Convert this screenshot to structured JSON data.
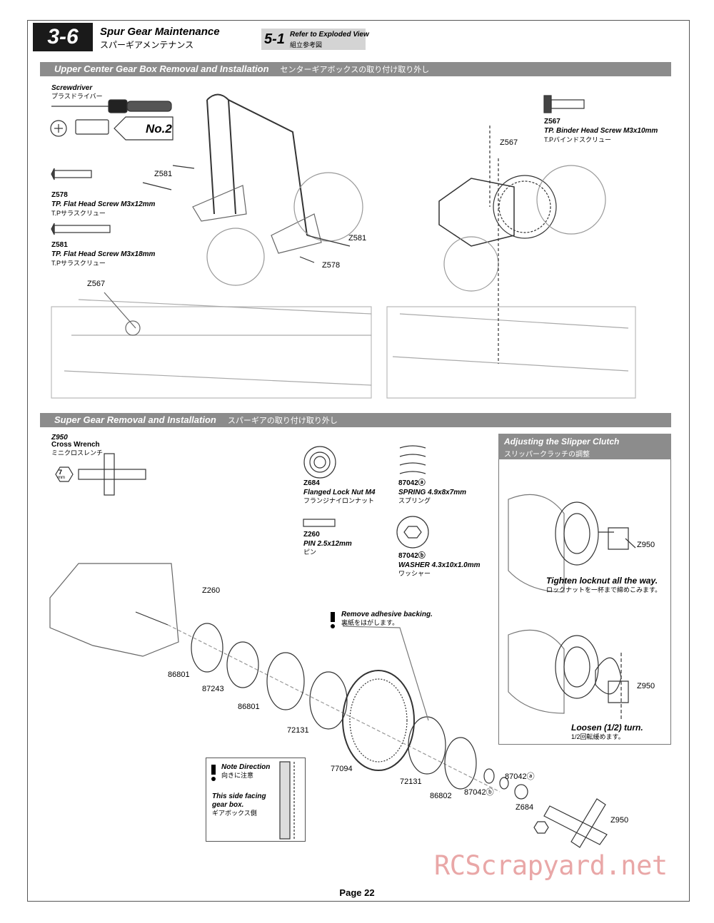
{
  "header": {
    "step": "3-6",
    "title_en": "Spur Gear Maintenance",
    "title_jp": "スパーギアメンテナンス",
    "ref_num": "5-1",
    "ref_en": "Refer to Exploded View",
    "ref_jp": "組立参考図"
  },
  "section1": {
    "title_en": "Upper Center Gear Box Removal and Installation",
    "title_jp": "センターギアボックスの取り付け取り外し",
    "tool": {
      "name_en": "Screwdriver",
      "name_jp": "プラスドライバー",
      "size": "No.2"
    },
    "parts": [
      {
        "code": "Z578",
        "name_en": "TP. Flat Head Screw M3x12mm",
        "name_jp": "T.Pサラスクリュー"
      },
      {
        "code": "Z581",
        "name_en": "TP. Flat Head Screw M3x18mm",
        "name_jp": "T.Pサラスクリュー"
      },
      {
        "code": "Z567",
        "name_en": "TP. Binder Head Screw M3x10mm",
        "name_jp": "T.Pバインドスクリュー"
      }
    ],
    "callouts": {
      "z581_a": "Z581",
      "z581_b": "Z581",
      "z578": "Z578",
      "z567_a": "Z567",
      "z567_b": "Z567"
    }
  },
  "section2": {
    "title_en": "Super Gear Removal and Installation",
    "title_jp": "スパーギアの取り付け取り外し",
    "tool": {
      "code": "Z950",
      "name_en": "Cross Wrench",
      "name_jp": "ミニクロスレンチ",
      "size": "7",
      "unit": "mm"
    },
    "parts": [
      {
        "code": "Z684",
        "name_en": "Flanged Lock Nut M4",
        "name_jp": "フランジナイロンナット"
      },
      {
        "code": "87042ⓐ",
        "name_en": "SPRING 4.9x8x7mm",
        "name_jp": "スプリング"
      },
      {
        "code": "Z260",
        "name_en": "PIN 2.5x12mm",
        "name_jp": "ピン"
      },
      {
        "code": "87042ⓑ",
        "name_en": "WASHER 4.3x10x1.0mm",
        "name_jp": "ワッシャー"
      }
    ],
    "callouts": {
      "z260": "Z260",
      "p86801a": "86801",
      "p87243": "87243",
      "p86801b": "86801",
      "p72131a": "72131",
      "p77094": "77094",
      "p72131b": "72131",
      "p86802": "86802",
      "p87042a": "87042ⓐ",
      "p87042b": "87042ⓑ",
      "z684": "Z684",
      "z950": "Z950"
    },
    "warning": {
      "en": "Remove adhesive backing.",
      "jp": "裏紙をはがします。"
    },
    "note": {
      "title_en": "Note Direction",
      "title_jp": "向きに注意",
      "body_en_1": "This side facing",
      "body_en_2": "gear box.",
      "body_jp": "ギアボックス側"
    },
    "slipper": {
      "title_en": "Adjusting the Slipper Clutch",
      "title_jp": "スリッパークラッチの調整",
      "step1_en": "Tighten locknut all the way.",
      "step1_jp": "ロックナットを一杯まで締めこみます。",
      "step2_en": "Loosen (1/2) turn.",
      "step2_jp": "1/2回転緩めます。",
      "wrench_a": "Z950",
      "wrench_b": "Z950"
    }
  },
  "footer": {
    "page": "Page 22",
    "watermark": "RCScrapyard.net"
  }
}
